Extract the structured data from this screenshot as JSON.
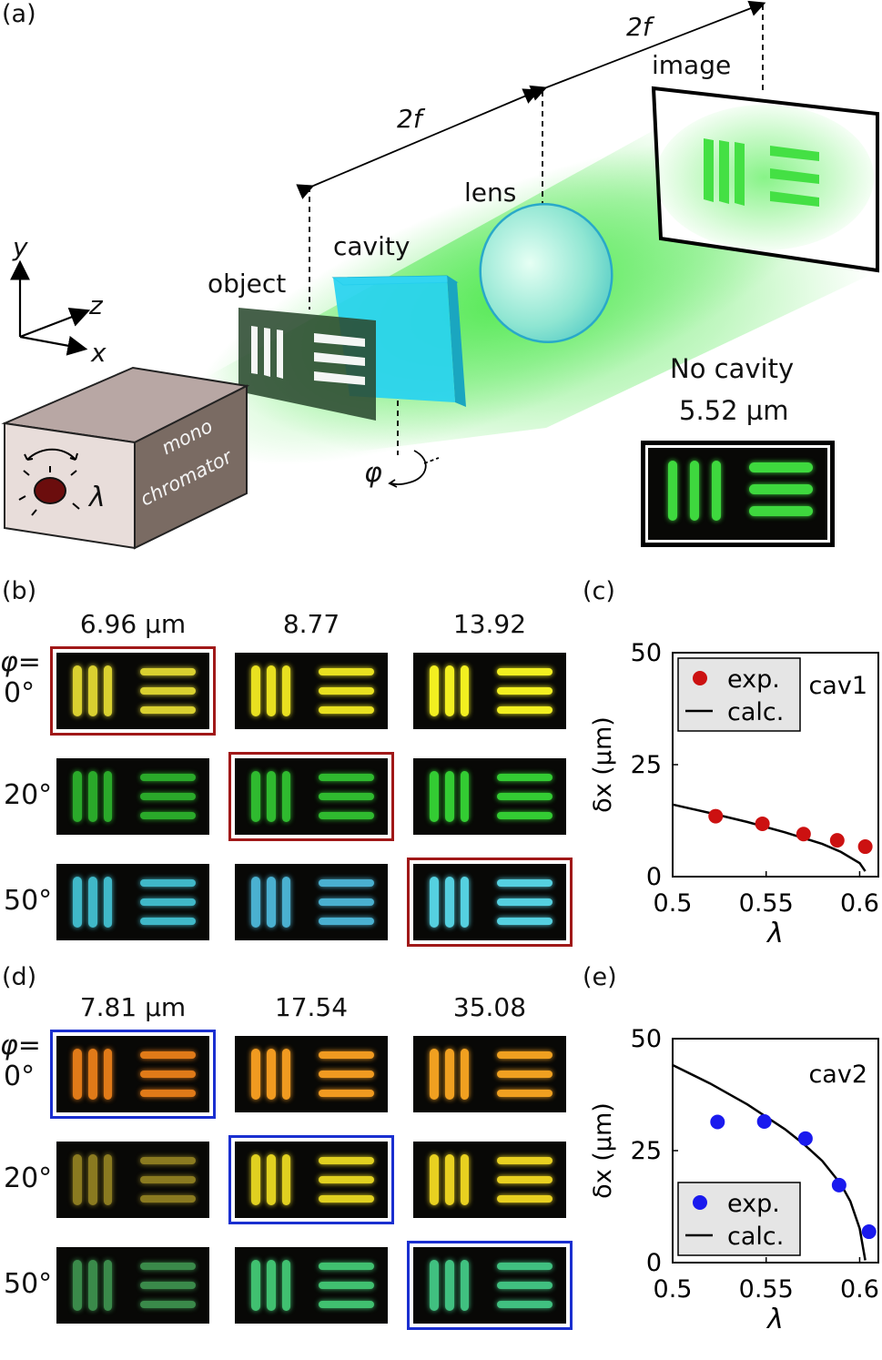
{
  "panels": {
    "a": "(a)",
    "b": "(b)",
    "c": "(c)",
    "d": "(d)",
    "e": "(e)"
  },
  "setup": {
    "dist1": "2f",
    "dist2": "2f",
    "image_label": "image",
    "lens_label": "lens",
    "cavity_label": "cavity",
    "object_label": "object",
    "axis_y": "y",
    "axis_z": "z",
    "axis_x": "x",
    "phi": "φ",
    "lambda": "λ",
    "mono_line1": "mono",
    "mono_line2": "chromator",
    "no_cavity_line1": "No cavity",
    "no_cavity_line2": "5.52 µm"
  },
  "grid_b": {
    "phi_prefix": "φ=",
    "columns": [
      "6.96 µm",
      "8.77",
      "13.92"
    ],
    "rows": [
      "0°",
      "20°",
      "50°"
    ],
    "frame_color": "#a01818",
    "highlight_diag": true
  },
  "grid_d": {
    "phi_prefix": "φ=",
    "columns": [
      "7.81 µm",
      "17.54",
      "35.08"
    ],
    "rows": [
      "0°",
      "20°",
      "50°"
    ],
    "frame_color": "#1a2fd0",
    "highlight_diag": true
  },
  "colors": {
    "beam": "#3ee63e",
    "cav1_marker": "#cc1111",
    "cav2_marker": "#1a1aee",
    "cavity_face": "#27d3f0"
  },
  "chart_data": [
    {
      "type": "scatter",
      "panel": "c",
      "annotation": "cav1",
      "xlabel": "λ",
      "ylabel": "δx (µm)",
      "xlim": [
        0.5,
        0.61
      ],
      "ylim": [
        0,
        50
      ],
      "xticks": [
        "0.5",
        "0.55",
        "0.6"
      ],
      "yticks": [
        "0",
        "25",
        "50"
      ],
      "legend": [
        "exp.",
        "calc."
      ],
      "legend_position": "top-left",
      "series": [
        {
          "name": "exp.",
          "kind": "points",
          "x": [
            0.523,
            0.548,
            0.57,
            0.588,
            0.603
          ],
          "y": [
            13.5,
            11.8,
            9.5,
            8.1,
            6.7
          ]
        },
        {
          "name": "calc.",
          "kind": "line",
          "x": [
            0.5,
            0.52,
            0.54,
            0.56,
            0.58,
            0.59,
            0.6,
            0.603
          ],
          "y": [
            16.1,
            14.2,
            12.2,
            9.9,
            7.3,
            5.5,
            3.0,
            1.2
          ]
        }
      ]
    },
    {
      "type": "scatter",
      "panel": "e",
      "annotation": "cav2",
      "xlabel": "λ",
      "ylabel": "δx (µm)",
      "xlim": [
        0.5,
        0.61
      ],
      "ylim": [
        0,
        50
      ],
      "xticks": [
        "0.5",
        "0.55",
        "0.6"
      ],
      "yticks": [
        "0",
        "25",
        "50"
      ],
      "legend": [
        "exp.",
        "calc."
      ],
      "legend_position": "bottom-left",
      "series": [
        {
          "name": "exp.",
          "kind": "points",
          "x": [
            0.524,
            0.549,
            0.571,
            0.589,
            0.605
          ],
          "y": [
            31.4,
            31.5,
            27.7,
            17.3,
            6.9
          ]
        },
        {
          "name": "calc.",
          "kind": "line",
          "x": [
            0.5,
            0.52,
            0.54,
            0.56,
            0.57,
            0.58,
            0.59,
            0.595,
            0.6,
            0.603
          ],
          "y": [
            44.1,
            40.0,
            35.3,
            29.8,
            26.5,
            22.7,
            17.5,
            13.7,
            7.6,
            0.5
          ]
        }
      ]
    }
  ]
}
